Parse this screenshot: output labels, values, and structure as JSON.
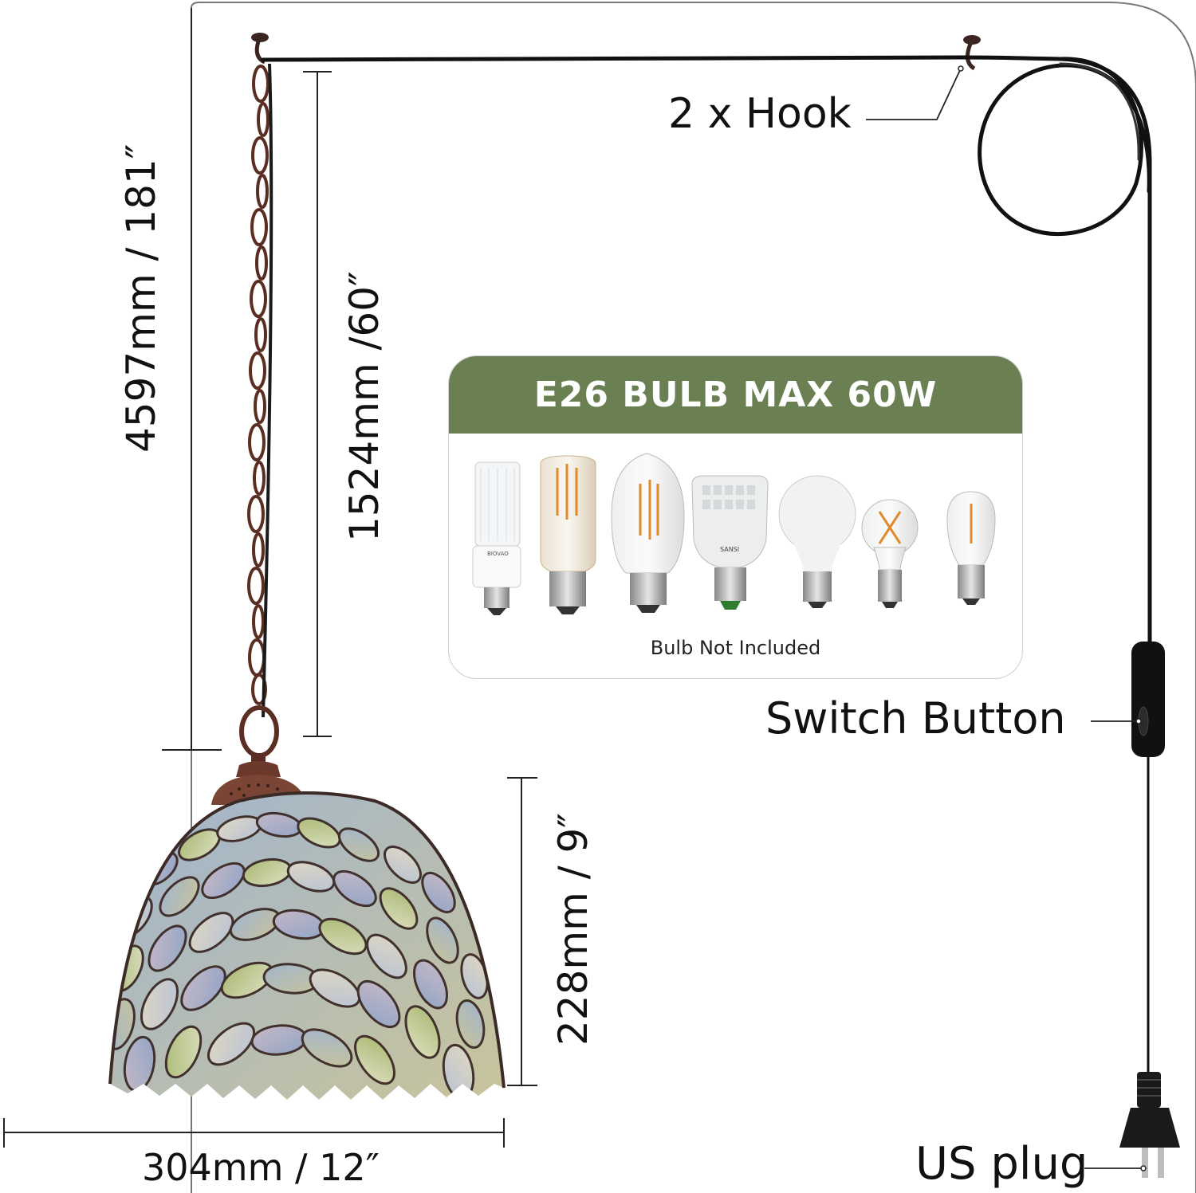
{
  "labels": {
    "hook": "2 x Hook",
    "switch": "Switch Button",
    "plug": "US plug",
    "total_height": "4597mm / 181″",
    "chain_height": "1524mm /60″",
    "shade_height": "228mm / 9″",
    "shade_width": "304mm / 12″"
  },
  "bulb_card": {
    "title": "E26 BULB MAX 60W",
    "note": "Bulb Not Included",
    "bulb_types": [
      "corn-led-bulb",
      "t45-filament-bulb",
      "st64-edison-bulb",
      "high-power-led-bulb",
      "a19-led-bulb",
      "a15-filament-bulb",
      "s14-filament-bulb"
    ],
    "bulb_prints": [
      "BIOVAO",
      "SANSI"
    ]
  },
  "colors": {
    "card_header": "#6a8052",
    "cord": "#111111",
    "chain": "#5a2e22",
    "shade_lead": "#3b2a26"
  }
}
